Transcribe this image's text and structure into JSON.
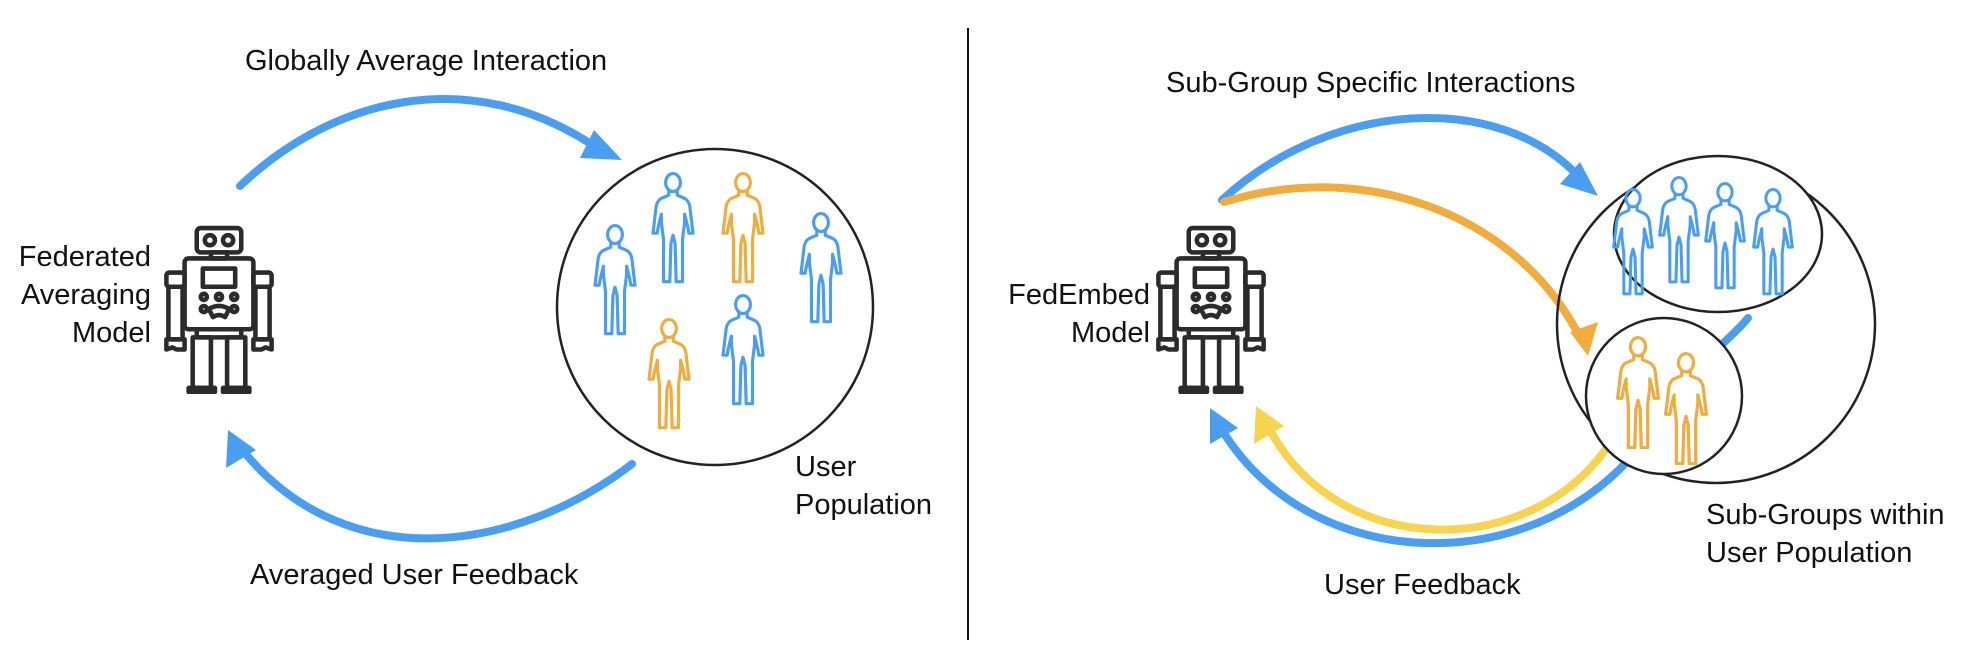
{
  "left_panel": {
    "top_arrow_label": "Globally Average Interaction",
    "bottom_arrow_label": "Averaged User Feedback",
    "model_label": "Federated\nAveraging\nModel",
    "population_label": "User\nPopulation",
    "people_colors": [
      "blue",
      "blue",
      "orange",
      "blue",
      "orange",
      "blue"
    ]
  },
  "right_panel": {
    "top_arrow_label": "Sub-Group Specific Interactions",
    "bottom_arrow_label": "User Feedback",
    "model_label": "FedEmbed\nModel",
    "subgroups_label": "Sub-Groups within\nUser Population",
    "group_a_colors": [
      "blue",
      "blue",
      "blue",
      "blue"
    ],
    "group_b_colors": [
      "orange",
      "orange"
    ]
  },
  "colors": {
    "blue": "#4a9ef2",
    "orange": "#f0ac3c",
    "yellow": "#f8d44e",
    "outline": "#222222",
    "robot": "#2b2b2b"
  }
}
